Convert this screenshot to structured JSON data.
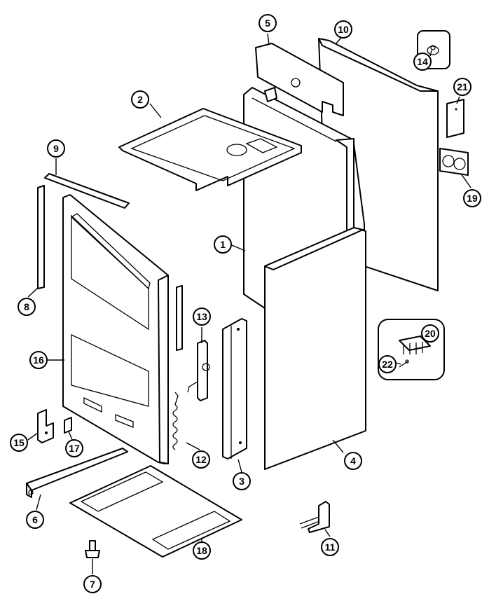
{
  "callouts": [
    {
      "id": "1",
      "label": "1"
    },
    {
      "id": "2",
      "label": "2"
    },
    {
      "id": "3",
      "label": "3"
    },
    {
      "id": "4",
      "label": "4"
    },
    {
      "id": "5",
      "label": "5"
    },
    {
      "id": "6",
      "label": "6"
    },
    {
      "id": "7",
      "label": "7"
    },
    {
      "id": "8",
      "label": "8"
    },
    {
      "id": "9",
      "label": "9"
    },
    {
      "id": "10",
      "label": "10"
    },
    {
      "id": "11",
      "label": "11"
    },
    {
      "id": "12",
      "label": "12"
    },
    {
      "id": "13",
      "label": "13"
    },
    {
      "id": "14",
      "label": "14"
    },
    {
      "id": "15",
      "label": "15"
    },
    {
      "id": "16",
      "label": "16"
    },
    {
      "id": "17",
      "label": "17"
    },
    {
      "id": "18",
      "label": "18"
    },
    {
      "id": "19",
      "label": "19"
    },
    {
      "id": "20",
      "label": "20"
    },
    {
      "id": "21",
      "label": "21"
    },
    {
      "id": "22",
      "label": "22"
    }
  ]
}
